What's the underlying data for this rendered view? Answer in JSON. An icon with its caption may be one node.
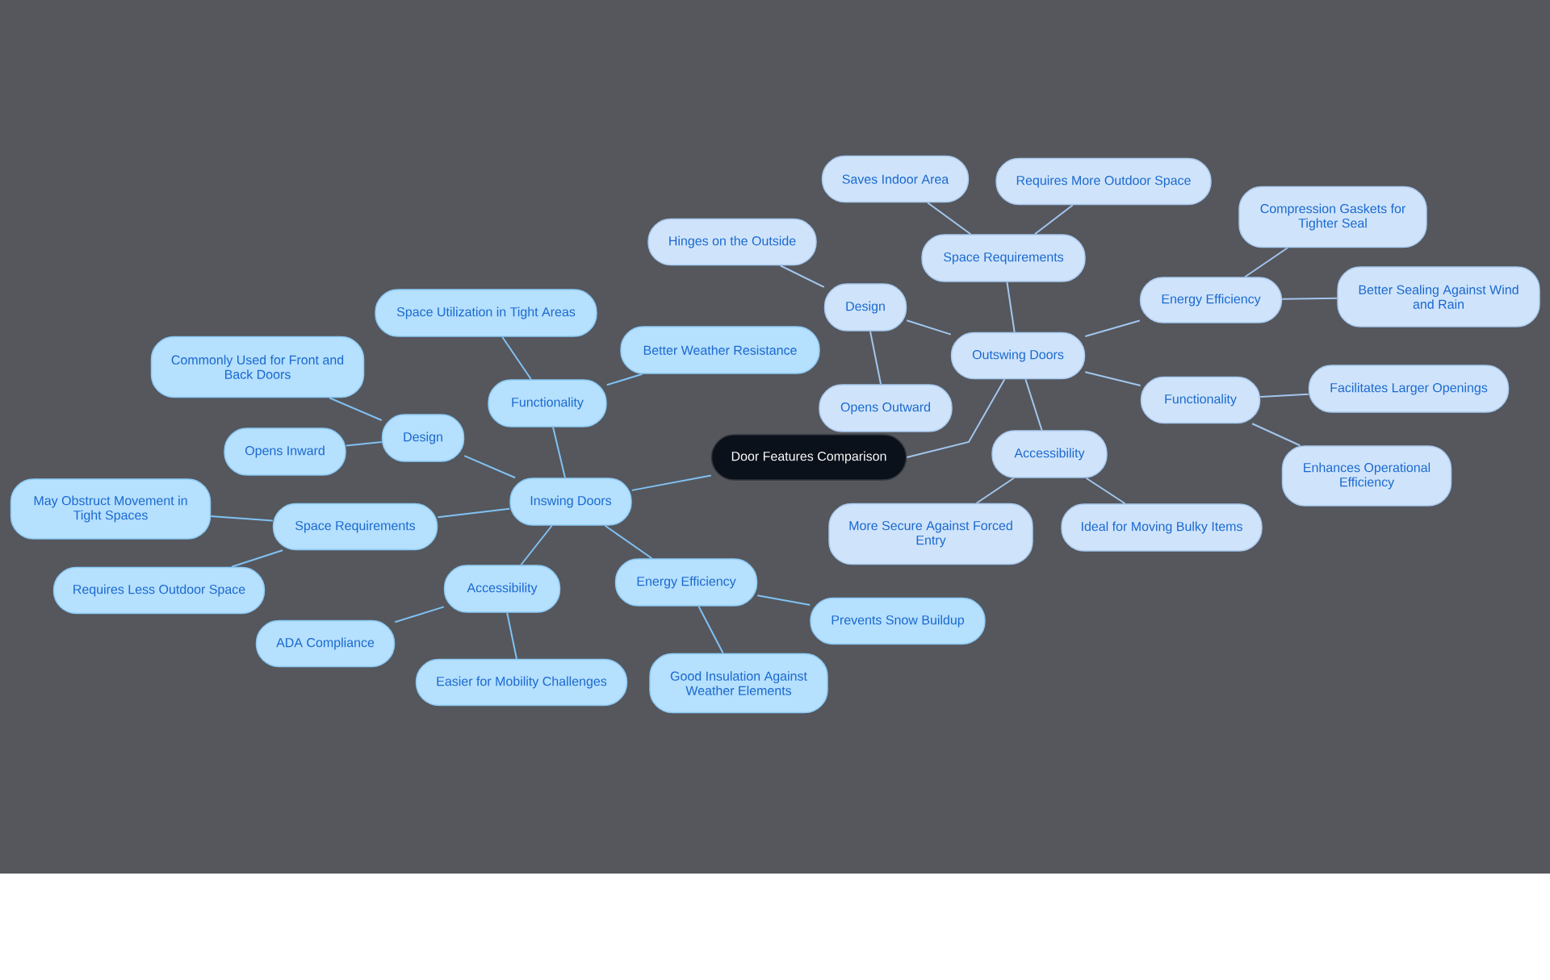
{
  "diagram": {
    "nodes": [
      {
        "text": [
          "Door Features Comparison"
        ]
      },
      {
        "text": [
          "Inswing Doors"
        ]
      },
      {
        "text": [
          "Design"
        ]
      },
      {
        "text": [
          "Commonly Used for Front and Back Doors"
        ]
      },
      {
        "text": [
          "Opens Inward"
        ]
      },
      {
        "text": [
          "Functionality"
        ]
      },
      {
        "text": [
          "Space Utilization in Tight Areas"
        ]
      },
      {
        "text": [
          "Better Weather Resistance"
        ]
      },
      {
        "text": [
          "Space Requirements"
        ]
      },
      {
        "text": [
          "May Obstruct Movement in Tight Spaces"
        ]
      },
      {
        "text": [
          "Requires Less Outdoor Space"
        ]
      },
      {
        "text": [
          "Accessibility"
        ]
      },
      {
        "text": [
          "ADA Compliance"
        ]
      },
      {
        "text": [
          "Easier for Mobility Challenges"
        ]
      },
      {
        "text": [
          "Energy Efficiency"
        ]
      },
      {
        "text": [
          "Prevents Snow Buildup"
        ]
      },
      {
        "text": [
          "Good Insulation Against Weather Elements"
        ]
      },
      {
        "text": [
          "Outswing Doors"
        ]
      },
      {
        "text": [
          "Design"
        ]
      },
      {
        "text": [
          "Hinges on the Outside"
        ]
      },
      {
        "text": [
          "Opens Outward"
        ]
      },
      {
        "text": [
          "Space Requirements"
        ]
      },
      {
        "text": [
          "Saves Indoor Area"
        ]
      },
      {
        "text": [
          "Requires More Outdoor Space"
        ]
      },
      {
        "text": [
          "Energy Efficiency"
        ]
      },
      {
        "text": [
          "Compression Gaskets for Tighter Seal"
        ]
      },
      {
        "text": [
          "Better Sealing Against Wind and Rain"
        ]
      },
      {
        "text": [
          "Functionality"
        ]
      },
      {
        "text": [
          "Facilitates Larger Openings"
        ]
      },
      {
        "text": [
          "Enhances Operational Efficiency"
        ]
      },
      {
        "text": [
          "Accessibility"
        ]
      },
      {
        "text": [
          "More Secure Against Forced Entry"
        ]
      },
      {
        "text": [
          "Ideal for Moving Bulky Items"
        ]
      }
    ],
    "edges": [
      {
        "from": 0,
        "to": 1,
        "arrow": "none",
        "color": "#80c2f4"
      },
      {
        "from": 1,
        "to": 2,
        "arrow": "none",
        "color": "#80c2f4"
      },
      {
        "from": 2,
        "to": 3,
        "arrow": "none",
        "color": "#80c2f4"
      },
      {
        "from": 2,
        "to": 4,
        "arrow": "none",
        "color": "#80c2f4"
      },
      {
        "from": 1,
        "to": 5,
        "arrow": "none",
        "color": "#80c2f4"
      },
      {
        "from": 5,
        "to": 6,
        "arrow": "none",
        "color": "#80c2f4"
      },
      {
        "from": 5,
        "to": 7,
        "arrow": "none",
        "color": "#80c2f4"
      },
      {
        "from": 1,
        "to": 8,
        "arrow": "none",
        "color": "#80c2f4"
      },
      {
        "from": 8,
        "to": 9,
        "arrow": "none",
        "color": "#80c2f4"
      },
      {
        "from": 8,
        "to": 10,
        "arrow": "none",
        "color": "#80c2f4"
      },
      {
        "from": 1,
        "to": 11,
        "arrow": "none",
        "color": "#80c2f4"
      },
      {
        "from": 11,
        "to": 12,
        "arrow": "none",
        "color": "#80c2f4"
      },
      {
        "from": 11,
        "to": 13,
        "arrow": "none",
        "color": "#80c2f4"
      },
      {
        "from": 1,
        "to": 14,
        "arrow": "none",
        "color": "#80c2f4"
      },
      {
        "from": 14,
        "to": 15,
        "arrow": "none",
        "color": "#80c2f4"
      },
      {
        "from": 14,
        "to": 16,
        "arrow": "none",
        "color": "#80c2f4"
      },
      {
        "from": 0,
        "to": 17,
        "arrow": "none"
      },
      {
        "from": 17,
        "to": 18,
        "arrow": "none"
      },
      {
        "from": 18,
        "to": 19,
        "arrow": "none"
      },
      {
        "from": 18,
        "to": 20,
        "arrow": "none"
      },
      {
        "from": 17,
        "to": 21,
        "arrow": "none"
      },
      {
        "from": 21,
        "to": 22,
        "arrow": "none"
      },
      {
        "from": 21,
        "to": 23,
        "arrow": "none"
      },
      {
        "from": 17,
        "to": 24,
        "arrow": "none"
      },
      {
        "from": 24,
        "to": 25,
        "arrow": "none"
      },
      {
        "from": 24,
        "to": 26,
        "arrow": "none"
      },
      {
        "from": 17,
        "to": 27,
        "arrow": "none"
      },
      {
        "from": 27,
        "to": 28,
        "arrow": "none"
      },
      {
        "from": 27,
        "to": 29,
        "arrow": "none"
      },
      {
        "from": 17,
        "to": 30,
        "arrow": "none"
      },
      {
        "from": 30,
        "to": 31,
        "arrow": "none"
      },
      {
        "from": 30,
        "to": 32,
        "arrow": "none"
      }
    ]
  }
}
